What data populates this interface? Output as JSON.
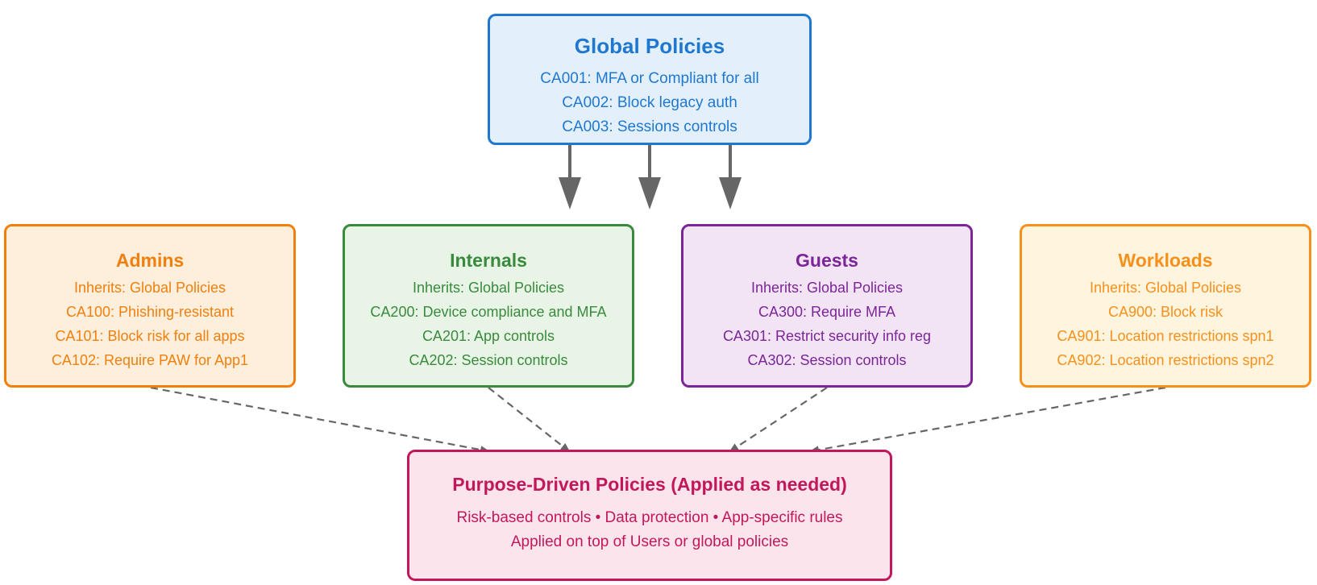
{
  "global": {
    "title": "Global Policies",
    "lines": [
      "CA001: MFA or Compliant for all",
      "CA002: Block legacy auth",
      "CA003: Sessions controls"
    ]
  },
  "users": [
    {
      "title": "Admins",
      "lines": [
        "Inherits: Global Policies",
        "CA100: Phishing-resistant",
        "CA101: Block risk for all apps",
        "CA102: Require PAW for App1"
      ]
    },
    {
      "title": "Internals",
      "lines": [
        "Inherits: Global Policies",
        "CA200: Device compliance and MFA",
        "CA201: App controls",
        "CA202: Session controls"
      ]
    },
    {
      "title": "Guests",
      "lines": [
        "Inherits: Global Policies",
        "CA300: Require MFA",
        "CA301: Restrict security info reg",
        "CA302: Session controls"
      ]
    },
    {
      "title": "Workloads",
      "lines": [
        "Inherits: Global Policies",
        "CA900: Block risk",
        "CA901: Location restrictions spn1",
        "CA902: Location restrictions spn2"
      ]
    }
  ],
  "purpose": {
    "title": "Purpose-Driven Policies (Applied as needed)",
    "lines": [
      "Risk-based controls • Data protection • App-specific rules",
      "Applied on top of Users or global policies"
    ]
  },
  "colors": {
    "global": "#1f78cf",
    "admins": "#f07f0c",
    "internals": "#3a8a3e",
    "guests": "#7b2598",
    "workloads": "#f7901b",
    "purpose": "#c2185b",
    "connector": "#666666"
  }
}
